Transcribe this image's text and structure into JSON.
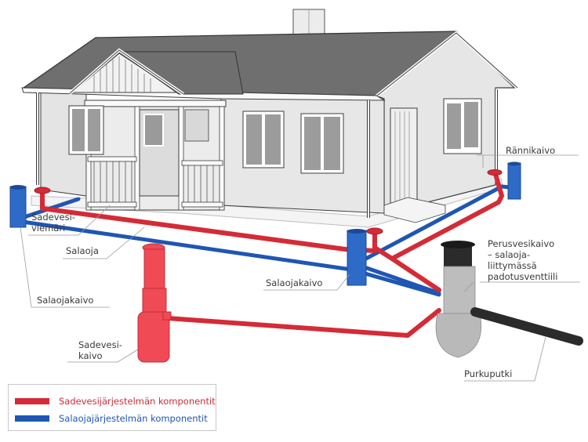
{
  "colors": {
    "rain_system": "#d42b37",
    "drain_system": "#1f56b4",
    "roof": "#6f6f6f",
    "wall": "#e8e8e8",
    "outline": "#3c3c3c",
    "manhole_gray": "#b9b9b9",
    "discharge_pipe": "#2b2b2b"
  },
  "labels": {
    "rannikaivo": "Rännikaivo",
    "sadevesiviemari": "Sadevesi-\nviemäri",
    "salaoja": "Salaoja",
    "salaojakaivo_left": "Salaojakaivo",
    "salaojakaivo_mid": "Salaojakaivo",
    "perusvesikaivo": "Perusvesikaivo\n– salaoja-\nliittymässä\npadotusventtiili",
    "sadevesikaivo": "Sadevesi-\nkaivo",
    "purkuputki": "Purkuputki"
  },
  "legend": {
    "items": [
      {
        "label": "Sadevesijärjestelmän komponentit",
        "color": "#d42b37"
      },
      {
        "label": "Salaojajärjestelmän komponentit",
        "color": "#1f56b4"
      }
    ]
  }
}
